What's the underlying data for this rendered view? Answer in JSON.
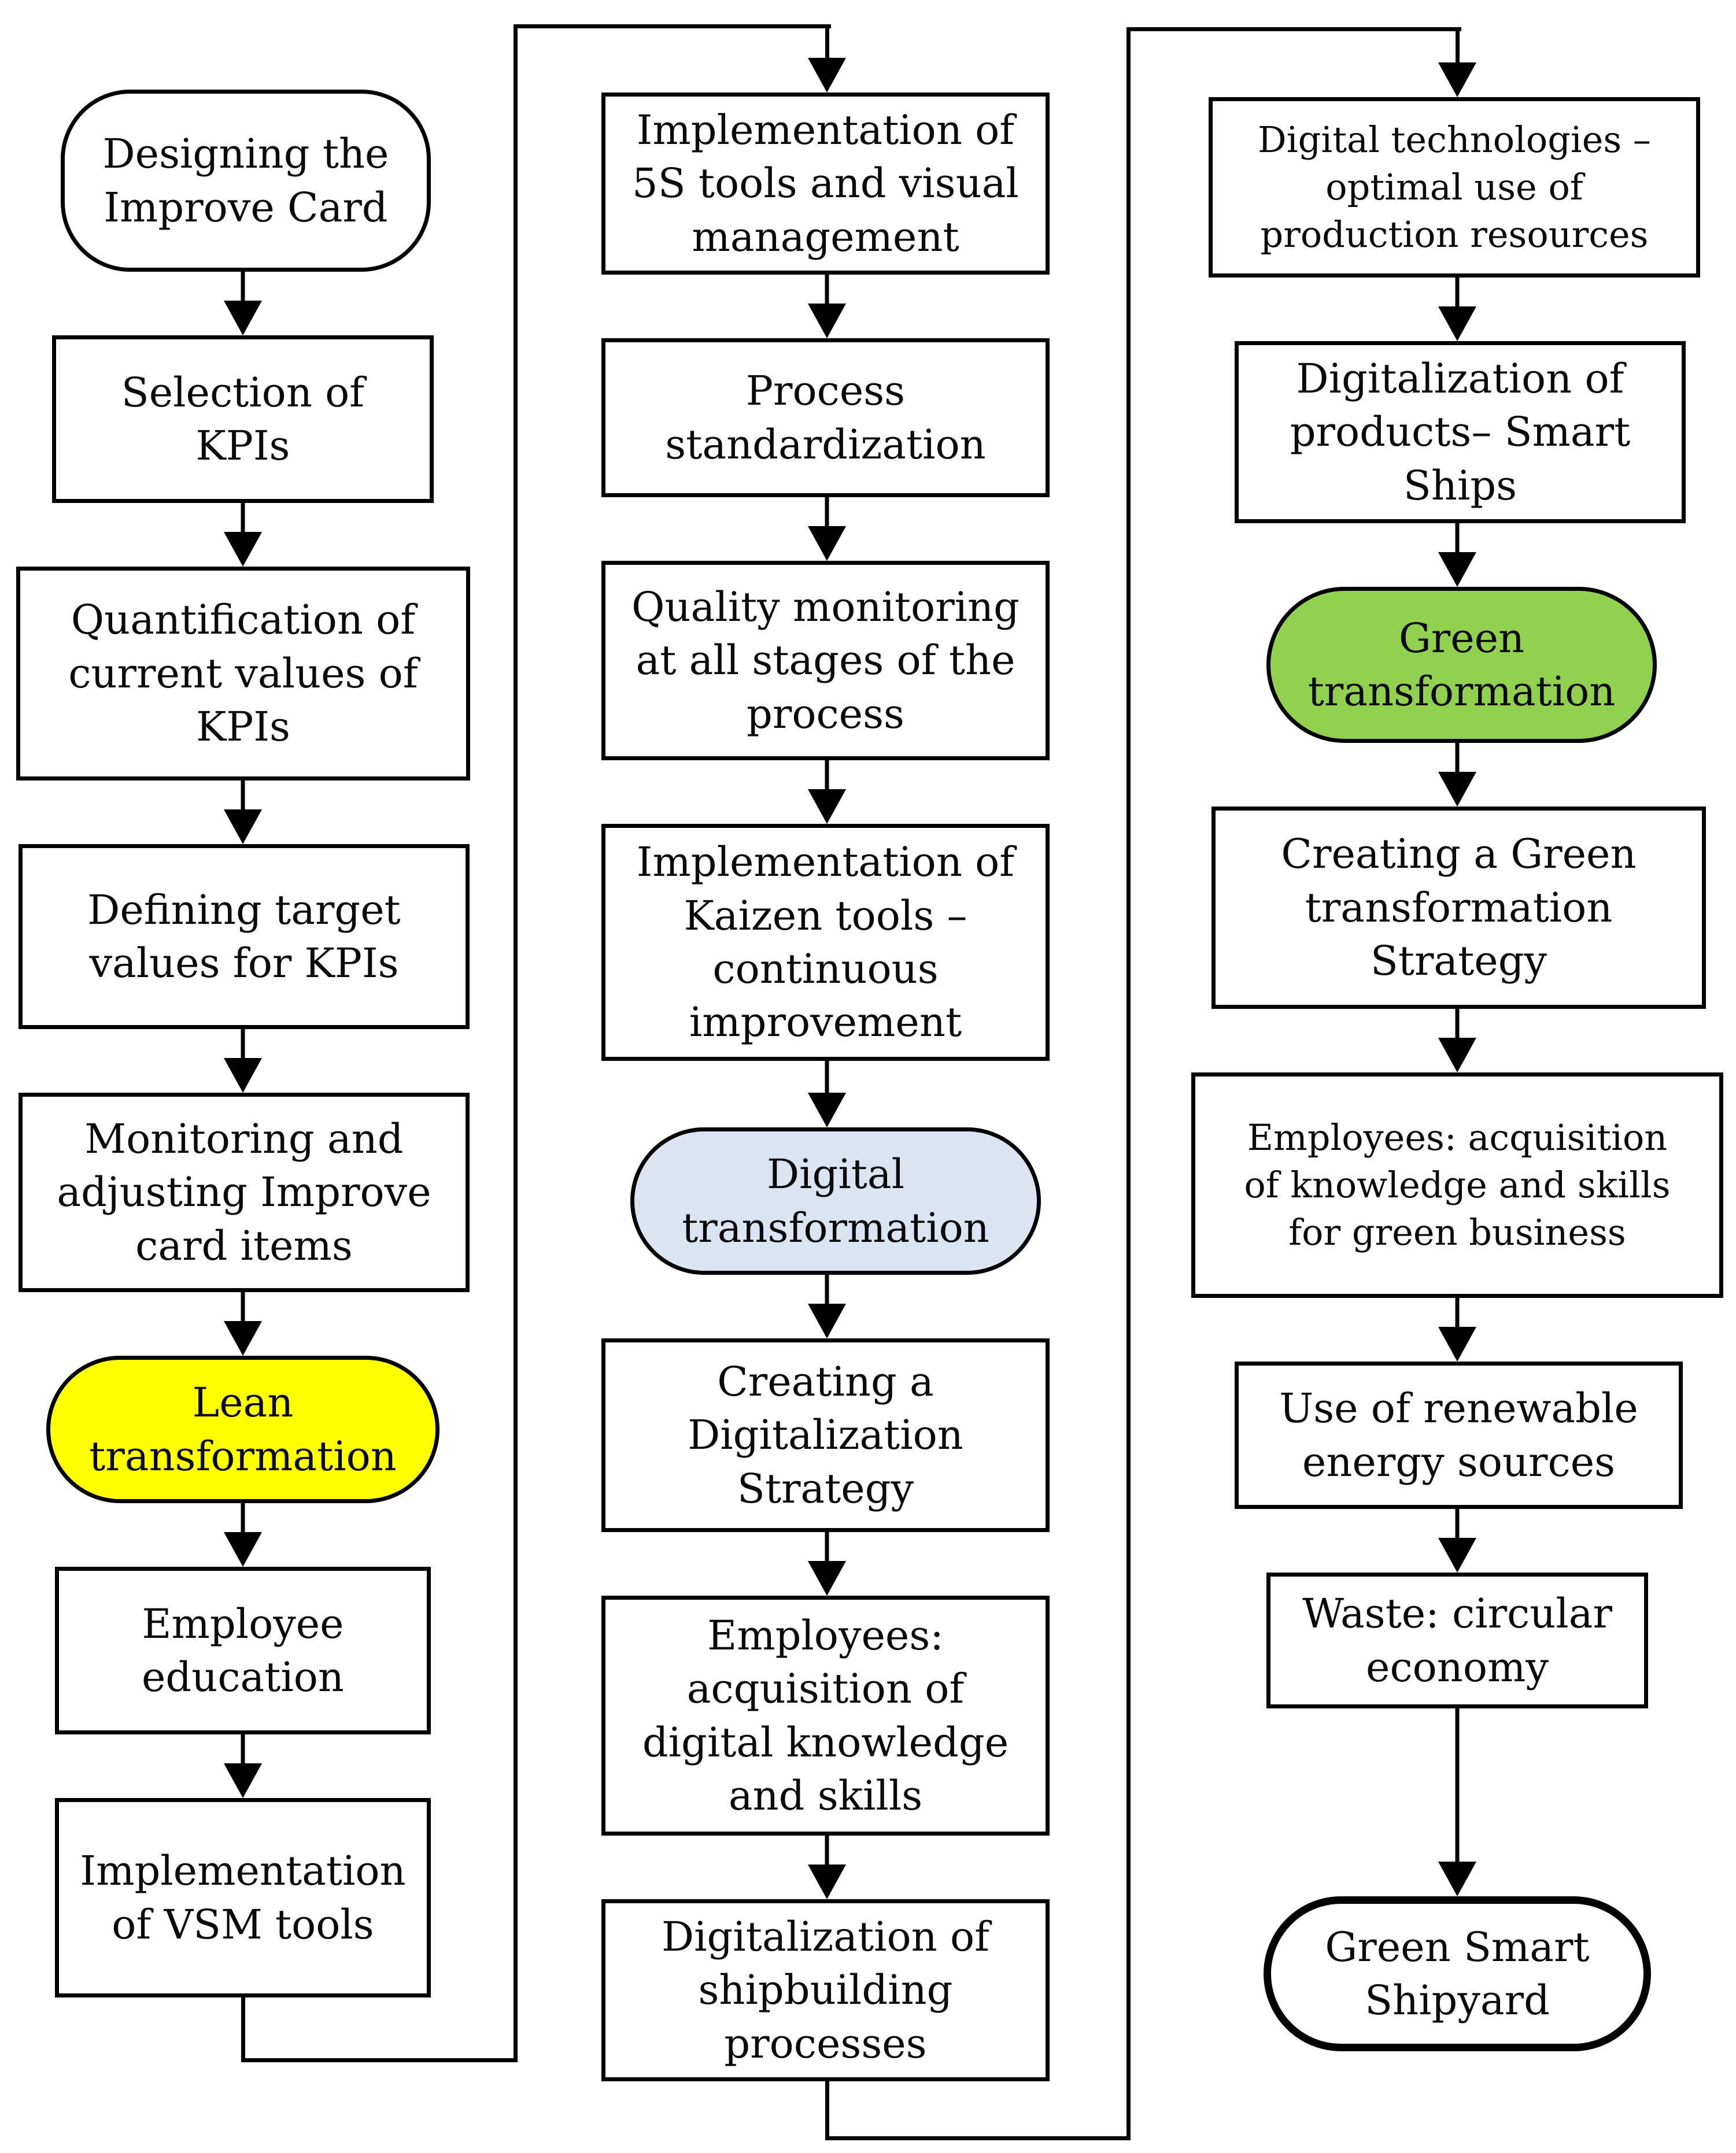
{
  "diagram": {
    "description": "Flowchart of lean, digital and green transformation steps leading to a Green Smart Shipyard",
    "colors": {
      "node_border": "#000000",
      "node_fill_default": "#ffffff",
      "lean_fill": "#ffff00",
      "digital_fill": "#dbe5f1",
      "green_fill": "#92d050",
      "arrow": "#000000"
    },
    "columns": [
      {
        "name": "lean-column",
        "nodes": [
          {
            "id": "designing-improve-card",
            "shape": "stadium",
            "fill": "#ffffff",
            "label": "Designing the\nImprove Card"
          },
          {
            "id": "selection-of-kpis",
            "shape": "process",
            "fill": "#ffffff",
            "label": "Selection of\nKPIs"
          },
          {
            "id": "quantification-of-current-values-of-kpis",
            "shape": "process",
            "fill": "#ffffff",
            "label": "Quantification of\ncurrent values of\nKPIs"
          },
          {
            "id": "defining-target-values-for-kpis",
            "shape": "process",
            "fill": "#ffffff",
            "label": "Defining target\nvalues for KPIs"
          },
          {
            "id": "monitoring-adjusting-improve-card-items",
            "shape": "process",
            "fill": "#ffffff",
            "label": "Monitoring and\nadjusting Improve\ncard items"
          },
          {
            "id": "lean-transformation",
            "shape": "stadium",
            "fill": "#ffff00",
            "label": "Lean\ntransformation"
          },
          {
            "id": "employee-education",
            "shape": "process",
            "fill": "#ffffff",
            "label": "Employee\neducation"
          },
          {
            "id": "implementation-of-vsm-tools",
            "shape": "process",
            "fill": "#ffffff",
            "label": "Implementation\nof VSM tools"
          }
        ]
      },
      {
        "name": "digital-column",
        "nodes": [
          {
            "id": "implementation-of-5s-tools",
            "shape": "process",
            "fill": "#ffffff",
            "label": "Implementation of\n5S tools and visual\nmanagement"
          },
          {
            "id": "process-standardization",
            "shape": "process",
            "fill": "#ffffff",
            "label": "Process\nstandardization"
          },
          {
            "id": "quality-monitoring-all-stages",
            "shape": "process",
            "fill": "#ffffff",
            "label": "Quality monitoring\nat all stages of the\nprocess"
          },
          {
            "id": "implementation-of-kaizen-tools",
            "shape": "process",
            "fill": "#ffffff",
            "label": "Implementation of\nKaizen tools –\ncontinuous\nimprovement"
          },
          {
            "id": "digital-transformation",
            "shape": "stadium",
            "fill": "#dbe5f1",
            "label": "Digital\ntransformation"
          },
          {
            "id": "creating-digitalization-strategy",
            "shape": "process",
            "fill": "#ffffff",
            "label": "Creating a\nDigitalization\nStrategy"
          },
          {
            "id": "employees-digital-knowledge-skills",
            "shape": "process",
            "fill": "#ffffff",
            "label": "Employees:\nacquisition of\ndigital knowledge\nand skills"
          },
          {
            "id": "digitalization-of-shipbuilding-processes",
            "shape": "process",
            "fill": "#ffffff",
            "label": "Digitalization of\nshipbuilding\nprocesses"
          }
        ]
      },
      {
        "name": "green-column",
        "nodes": [
          {
            "id": "digital-technologies-optimal-use",
            "shape": "process",
            "fill": "#ffffff",
            "label": "Digital technologies –\noptimal use of\nproduction resources"
          },
          {
            "id": "digitalization-of-products-smart-ships",
            "shape": "process",
            "fill": "#ffffff",
            "label": "Digitalization of\nproducts– Smart\nShips"
          },
          {
            "id": "green-transformation",
            "shape": "stadium",
            "fill": "#92d050",
            "label": "Green\ntransformation"
          },
          {
            "id": "creating-green-transformation-strategy",
            "shape": "process",
            "fill": "#ffffff",
            "label": "Creating a Green\ntransformation\nStrategy"
          },
          {
            "id": "employees-green-knowledge-skills",
            "shape": "process",
            "fill": "#ffffff",
            "label": "Employees: acquisition\nof knowledge and skills\nfor green business"
          },
          {
            "id": "use-of-renewable-energy-sources",
            "shape": "process",
            "fill": "#ffffff",
            "label": "Use of renewable\nenergy sources"
          },
          {
            "id": "waste-circular-economy",
            "shape": "process",
            "fill": "#ffffff",
            "label": "Waste: circular\neconomy"
          },
          {
            "id": "green-smart-shipyard",
            "shape": "stadium-bold",
            "fill": "#ffffff",
            "label": "Green Smart\nShipyard"
          }
        ]
      }
    ],
    "edges": [
      {
        "from": "designing-improve-card",
        "to": "selection-of-kpis"
      },
      {
        "from": "selection-of-kpis",
        "to": "quantification-of-current-values-of-kpis"
      },
      {
        "from": "quantification-of-current-values-of-kpis",
        "to": "defining-target-values-for-kpis"
      },
      {
        "from": "defining-target-values-for-kpis",
        "to": "monitoring-adjusting-improve-card-items"
      },
      {
        "from": "monitoring-adjusting-improve-card-items",
        "to": "lean-transformation"
      },
      {
        "from": "lean-transformation",
        "to": "employee-education"
      },
      {
        "from": "employee-education",
        "to": "implementation-of-vsm-tools"
      },
      {
        "from": "implementation-of-vsm-tools",
        "to": "implementation-of-5s-tools"
      },
      {
        "from": "implementation-of-5s-tools",
        "to": "process-standardization"
      },
      {
        "from": "process-standardization",
        "to": "quality-monitoring-all-stages"
      },
      {
        "from": "quality-monitoring-all-stages",
        "to": "implementation-of-kaizen-tools"
      },
      {
        "from": "implementation-of-kaizen-tools",
        "to": "digital-transformation"
      },
      {
        "from": "digital-transformation",
        "to": "creating-digitalization-strategy"
      },
      {
        "from": "creating-digitalization-strategy",
        "to": "employees-digital-knowledge-skills"
      },
      {
        "from": "employees-digital-knowledge-skills",
        "to": "digitalization-of-shipbuilding-processes"
      },
      {
        "from": "digitalization-of-shipbuilding-processes",
        "to": "digital-technologies-optimal-use"
      },
      {
        "from": "digital-technologies-optimal-use",
        "to": "digitalization-of-products-smart-ships"
      },
      {
        "from": "digitalization-of-products-smart-ships",
        "to": "green-transformation"
      },
      {
        "from": "green-transformation",
        "to": "creating-green-transformation-strategy"
      },
      {
        "from": "creating-green-transformation-strategy",
        "to": "employees-green-knowledge-skills"
      },
      {
        "from": "employees-green-knowledge-skills",
        "to": "use-of-renewable-energy-sources"
      },
      {
        "from": "use-of-renewable-energy-sources",
        "to": "waste-circular-economy"
      },
      {
        "from": "waste-circular-economy",
        "to": "green-smart-shipyard"
      }
    ]
  }
}
